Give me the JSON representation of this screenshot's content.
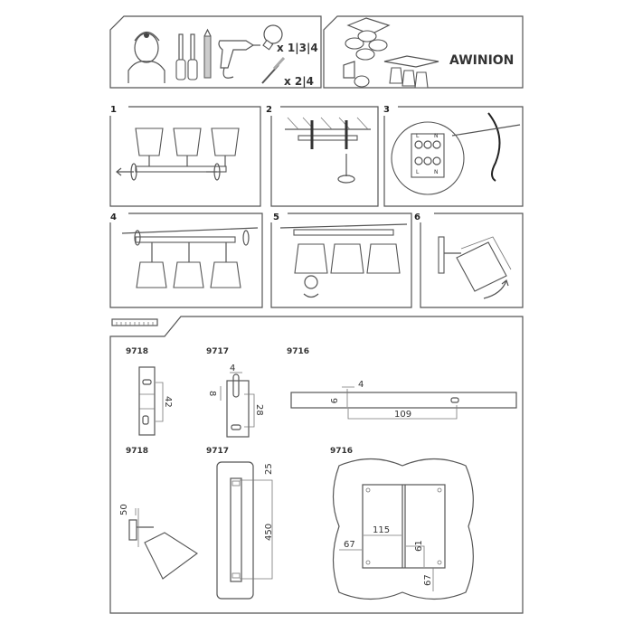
{
  "header": {
    "tools_qty_bulb": "x 1|3|4",
    "tools_qty_dowel": "x 2|4",
    "brand": "AWINION"
  },
  "steps": [
    "1",
    "2",
    "3",
    "4",
    "5",
    "6"
  ],
  "wiring": {
    "terminal_labels": [
      "L",
      "N"
    ]
  },
  "dimensions": {
    "top_row": {
      "models": [
        "9718",
        "9717",
        "9716"
      ],
      "m9718": {
        "hole_spacing": "42"
      },
      "m9717": {
        "slot_width": "4",
        "slot_length": "8",
        "hole_spacing": "28"
      },
      "m9716": {
        "slot_width": "4",
        "slot_length": "9",
        "hole_spacing": "109"
      }
    },
    "bottom_row": {
      "models": [
        "9718",
        "9717",
        "9716"
      ],
      "m9718": {
        "depth": "50"
      },
      "m9717": {
        "offset": "25",
        "length": "450"
      },
      "m9716": {
        "width": "115",
        "side_offset": "67",
        "height": "61",
        "bottom_offset": "67"
      }
    }
  }
}
